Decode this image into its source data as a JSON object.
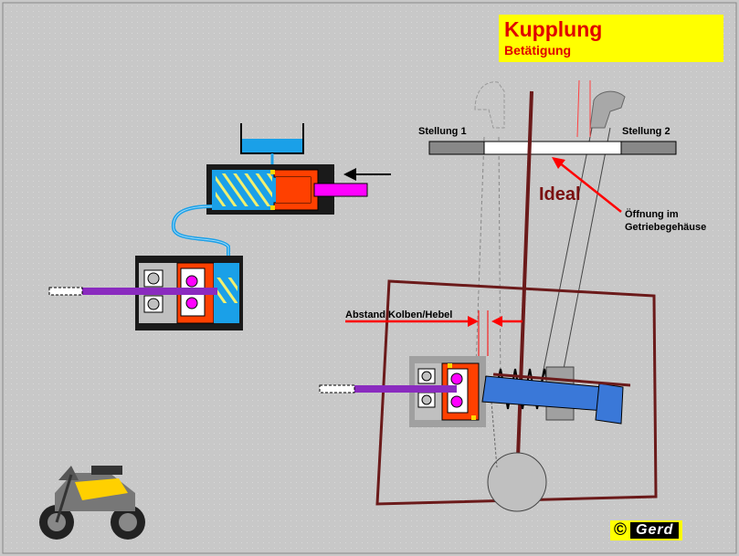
{
  "title": {
    "main": "Kupplung",
    "sub": "Betätigung"
  },
  "labels": {
    "stellung1": "Stellung 1",
    "stellung2": "Stellung 2",
    "ideal": "Ideal",
    "oeffnung": "Öffnung im\nGetriebegehäuse",
    "abstand": "Abstand Kolben/Hebel"
  },
  "copyright": {
    "symbol": "©",
    "name": "Gerd"
  },
  "colors": {
    "background": "#c8c8c8",
    "title_bg": "#ffff00",
    "title_text": "#e00000",
    "fluid": "#1aa0e8",
    "piston": "#ff4000",
    "rod": "#8a2bbf",
    "push_rod": "#ff00ff",
    "lever_frame": "#6b1a1a",
    "arrow": "#ff0000"
  }
}
